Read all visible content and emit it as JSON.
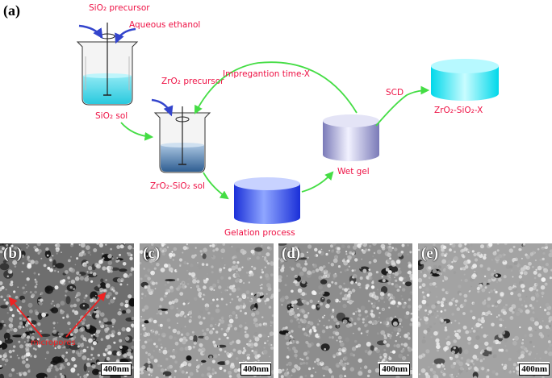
{
  "figure": {
    "panel_a_label": "(a)",
    "labels": {
      "sio2_precursor": "SiO₂ precursor",
      "aqueous_ethanol": "Aqueous ethanol",
      "sio2_sol": "SiO₂ sol",
      "zro2_precursor": "ZrO₂ precursor",
      "impregnation": "Impregantion time-X",
      "scd": "SCD",
      "product": "ZrO₂-SiO₂-X",
      "zro2_sio2_sol": "ZrO₂-SiO₂ sol",
      "wet_gel": "Wet gel",
      "gelation": "Gelation process"
    },
    "colors": {
      "label_red": "#ee1144",
      "arrow_green": "#44dd44",
      "stir_arrow_blue": "#3344cc",
      "sol_cyan": "#44ddee",
      "mixed_sol_blue": "#4477aa",
      "gelation_blue": "#3355ee",
      "wet_gel_lavender": "#a9a9d8",
      "product_cyan": "#22eeff"
    },
    "sem_panels": [
      {
        "label": "(b)",
        "scale": "400nm",
        "annotation": "micropores"
      },
      {
        "label": "(c)",
        "scale": "400nm"
      },
      {
        "label": "(d)",
        "scale": "400nm"
      },
      {
        "label": "(e)",
        "scale": "400nm"
      }
    ]
  }
}
